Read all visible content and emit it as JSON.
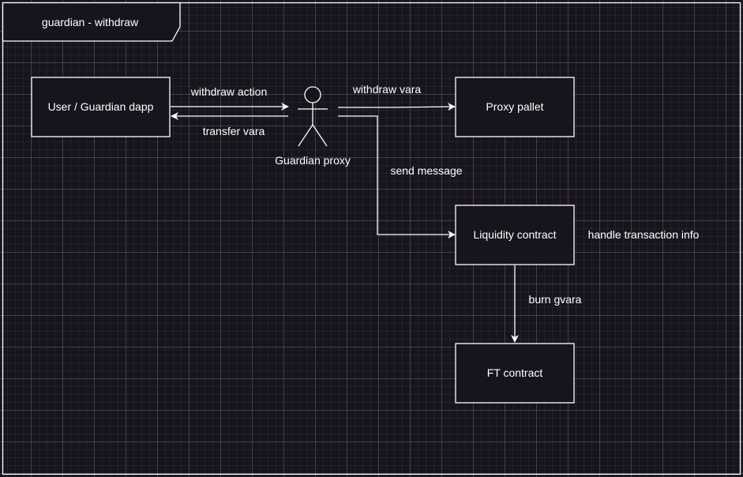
{
  "frame": {
    "title": "guardian - withdraw"
  },
  "nodes": {
    "user_dapp": "User / Guardian dapp",
    "guardian_proxy": "Guardian proxy",
    "proxy_pallet": "Proxy pallet",
    "liquidity_contract": "Liquidity contract",
    "ft_contract": "FT contract"
  },
  "edges": {
    "withdraw_action": "withdraw action",
    "transfer_vara": "transfer vara",
    "withdraw_vara": "withdraw vara",
    "send_message": "send message",
    "burn_gvara": "burn gvara"
  },
  "notes": {
    "handle_transaction_info": "handle transaction info"
  },
  "colors": {
    "background": "#18141d",
    "stroke": "#ffffff",
    "text": "#ffffff"
  }
}
